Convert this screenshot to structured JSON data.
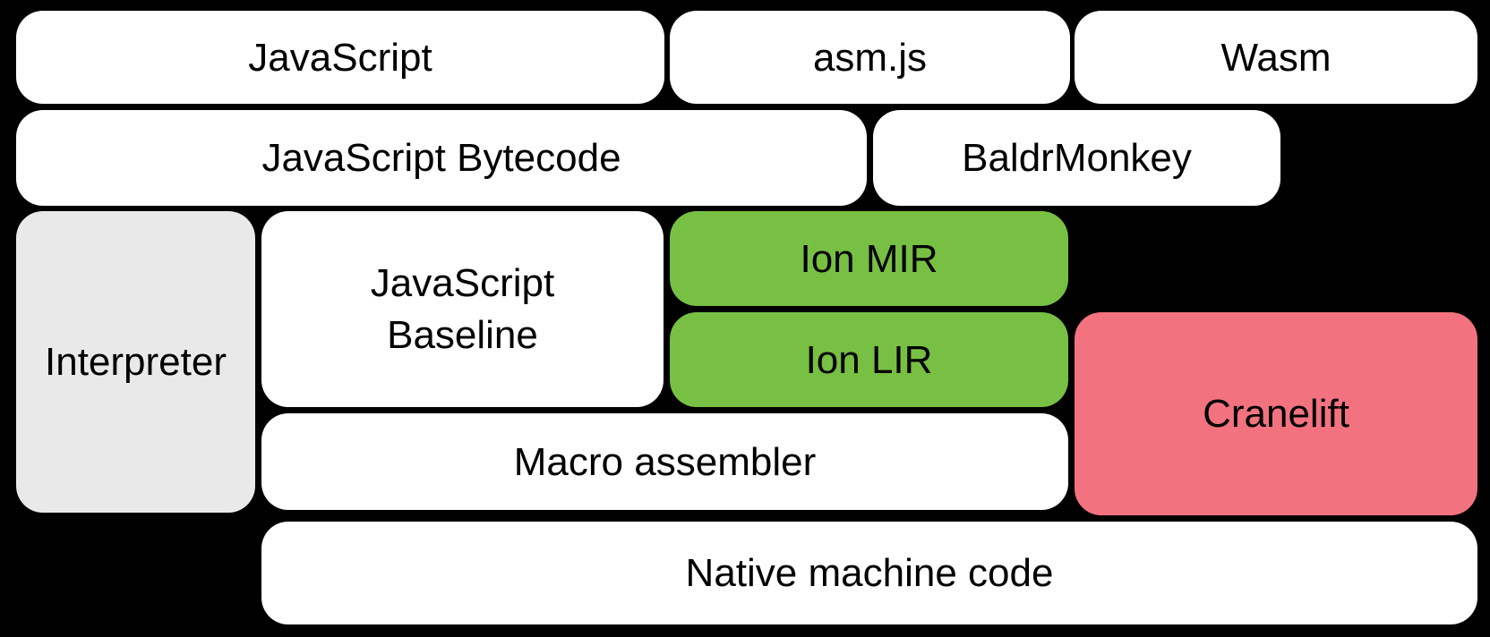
{
  "colors": {
    "background": "#000000",
    "box": "#FFFFFF",
    "interpreter": "#E9E9E9",
    "ion_green": "#77C043",
    "cranelift_pink": "#F3727F",
    "text": "#000000"
  },
  "boxes": {
    "javascript": {
      "label": "JavaScript"
    },
    "asm_js": {
      "label": "asm.js"
    },
    "wasm": {
      "label": "Wasm"
    },
    "javascript_bytecode": {
      "label": "JavaScript Bytecode"
    },
    "baldrmonkey": {
      "label": "BaldrMonkey"
    },
    "interpreter": {
      "label": "Interpreter"
    },
    "javascript_baseline": {
      "line1": "JavaScript",
      "line2": "Baseline"
    },
    "ion_mir": {
      "label": "Ion MIR"
    },
    "ion_lir": {
      "label": "Ion LIR"
    },
    "cranelift": {
      "label": "Cranelift"
    },
    "macro_assembler": {
      "label": "Macro assembler"
    },
    "native_machine_code": {
      "label": "Native machine code"
    }
  }
}
